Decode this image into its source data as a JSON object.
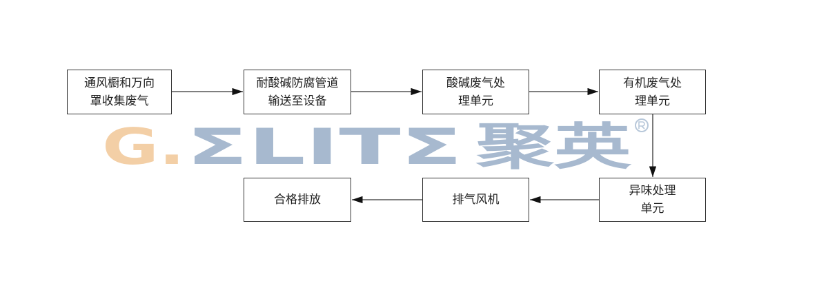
{
  "watermark": {
    "logo_latin": "G.ΣLITΣ",
    "logo_cn": "聚英",
    "registered": "®"
  },
  "nodes": [
    {
      "id": "collect",
      "lines": [
        "通风橱和万向",
        "罩收集废气"
      ]
    },
    {
      "id": "pipe",
      "lines": [
        "耐酸碱防腐管道",
        "输送至设备"
      ]
    },
    {
      "id": "acid",
      "lines": [
        "酸碱废气处",
        "理单元"
      ]
    },
    {
      "id": "organic",
      "lines": [
        "有机废气处",
        "理单元"
      ]
    },
    {
      "id": "odor",
      "lines": [
        "异味处理",
        "单元"
      ]
    },
    {
      "id": "fan",
      "lines": [
        "排气风机"
      ]
    },
    {
      "id": "discharge",
      "lines": [
        "合格排放"
      ]
    }
  ],
  "edges": [
    [
      "collect",
      "pipe"
    ],
    [
      "pipe",
      "acid"
    ],
    [
      "acid",
      "organic"
    ],
    [
      "organic",
      "odor"
    ],
    [
      "odor",
      "fan"
    ],
    [
      "fan",
      "discharge"
    ]
  ]
}
